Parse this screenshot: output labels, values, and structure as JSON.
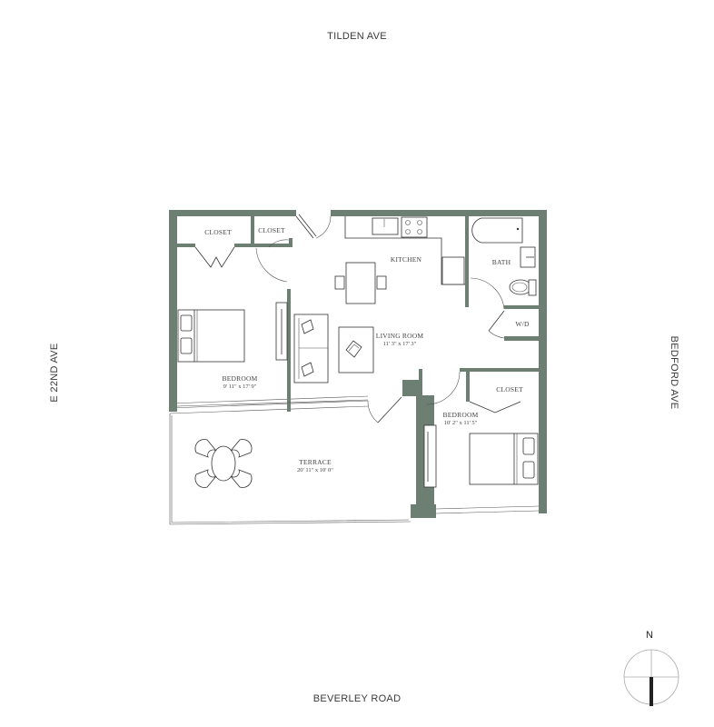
{
  "streets": {
    "north": "TILDEN AVE",
    "south": "BEVERLEY ROAD",
    "west": "E 22ND AVE",
    "east": "BEDFORD AVE"
  },
  "rooms": {
    "closet_1": {
      "label": "CLOSET"
    },
    "closet_2": {
      "label": "CLOSET"
    },
    "kitchen": {
      "label": "KITCHEN"
    },
    "bath": {
      "label": "BATH"
    },
    "wd": {
      "label": "W/D"
    },
    "bedroom_1": {
      "label": "BEDROOM",
      "dimensions": "9' 11\" x 17' 9\""
    },
    "living_room": {
      "label": "LIVING ROOM",
      "dimensions": "11' 3\" x 17' 3\""
    },
    "bedroom_2": {
      "label": "BEDROOM",
      "dimensions": "10' 2\" x 11' 5\""
    },
    "closet_3": {
      "label": "CLOSET"
    },
    "terrace": {
      "label": "TERRACE",
      "dimensions": "20' 11\" x 10' 0\""
    }
  },
  "compass": {
    "label": "N"
  },
  "colors": {
    "wall": "#6d7f73",
    "line": "#333333",
    "background": "#ffffff"
  }
}
